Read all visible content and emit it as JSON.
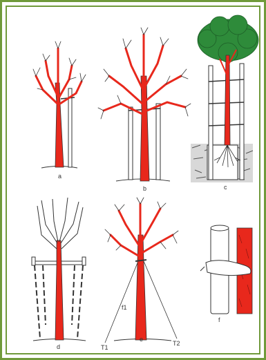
{
  "panels": [
    {
      "id": "a",
      "label": "a"
    },
    {
      "id": "b",
      "label": "b"
    },
    {
      "id": "c",
      "label": "c"
    },
    {
      "id": "d",
      "label": "d"
    },
    {
      "id": "e",
      "label": "e"
    },
    {
      "id": "f",
      "label": "f"
    }
  ],
  "extra_labels": {
    "e_left_stake": "T1",
    "e_right_stake": "T2",
    "e_wire": "f1"
  },
  "colors": {
    "frame": "#6f9a3a",
    "trunk": "#e8281c",
    "outline": "#333333",
    "foliage": "#2e8b3a",
    "soil": "#555555"
  }
}
